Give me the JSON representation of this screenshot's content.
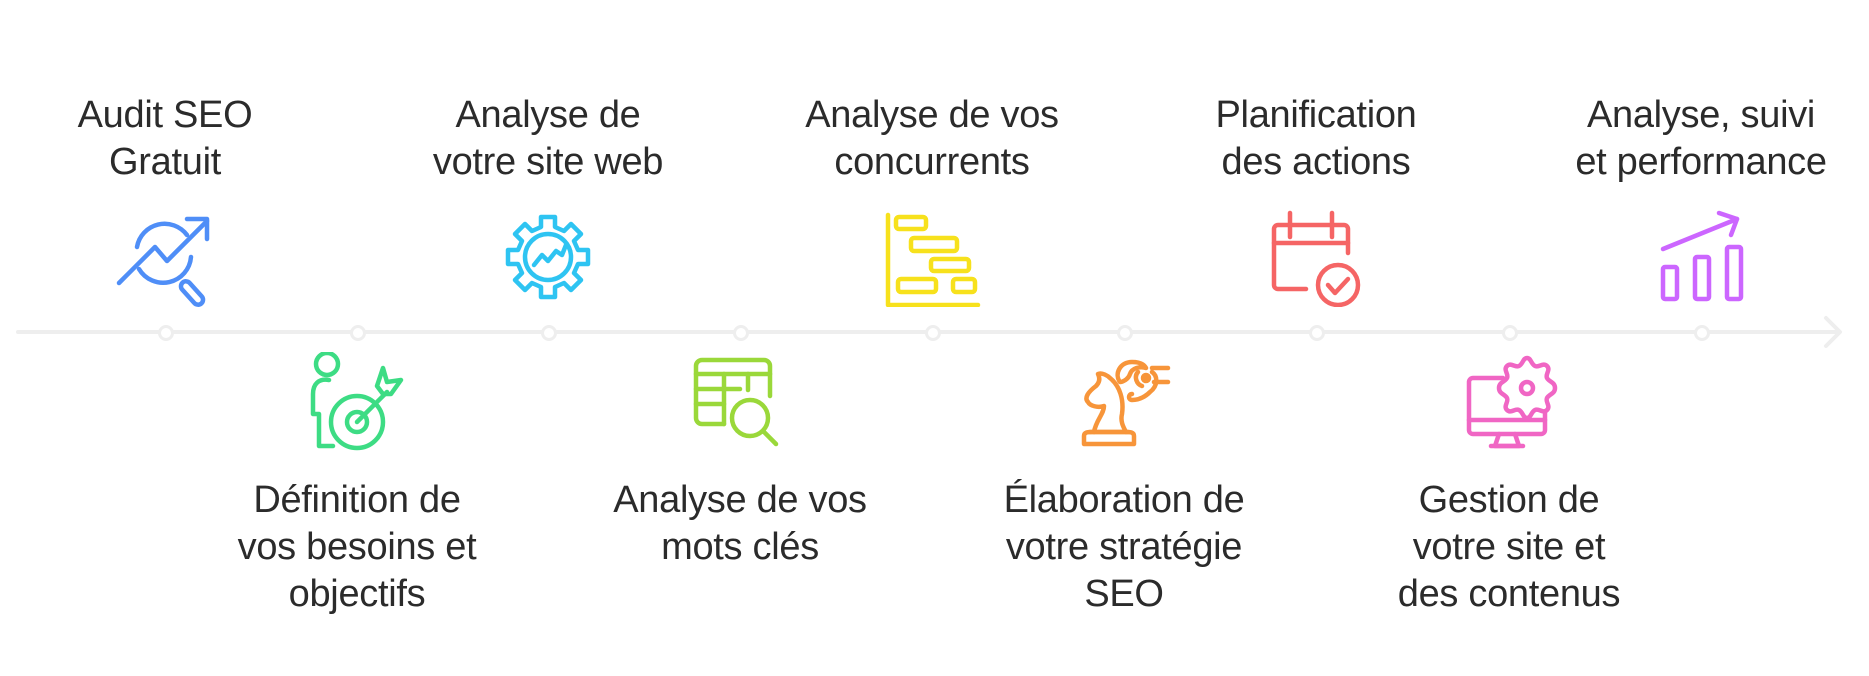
{
  "diagram": {
    "type": "horizontal-timeline",
    "line_color": "#eeeeee",
    "steps": [
      {
        "index": 1,
        "position": "top",
        "lines": [
          "Audit SEO",
          "Gratuit"
        ],
        "icon": "chart-magnifier-icon",
        "color": "#4f8ef7"
      },
      {
        "index": 2,
        "position": "bottom",
        "lines": [
          "Définition de",
          "vos besoins et",
          "objectifs"
        ],
        "icon": "person-target-icon",
        "color": "#3ddc84"
      },
      {
        "index": 3,
        "position": "top",
        "lines": [
          "Analyse de",
          "votre site web"
        ],
        "icon": "gear-chart-icon",
        "color": "#2ec4f2"
      },
      {
        "index": 4,
        "position": "bottom",
        "lines": [
          "Analyse de vos",
          "mots clés"
        ],
        "icon": "table-search-icon",
        "color": "#9ad83a"
      },
      {
        "index": 5,
        "position": "top",
        "lines": [
          "Analyse de vos",
          "concurrents"
        ],
        "icon": "gantt-chart-icon",
        "color": "#f7e11c"
      },
      {
        "index": 6,
        "position": "bottom",
        "lines": [
          "Élaboration de",
          "votre stratégie",
          "SEO"
        ],
        "icon": "chess-knight-robot-icon",
        "color": "#f7953a"
      },
      {
        "index": 7,
        "position": "top",
        "lines": [
          "Planification",
          "des actions"
        ],
        "icon": "calendar-check-icon",
        "color": "#f56565"
      },
      {
        "index": 8,
        "position": "bottom",
        "lines": [
          "Gestion de",
          "votre site et",
          "des contenus"
        ],
        "icon": "monitor-gear-icon",
        "color": "#f066c4"
      },
      {
        "index": 9,
        "position": "top",
        "lines": [
          "Analyse, suivi",
          "et performance"
        ],
        "icon": "bar-chart-growth-icon",
        "color": "#cc66ff"
      }
    ]
  }
}
